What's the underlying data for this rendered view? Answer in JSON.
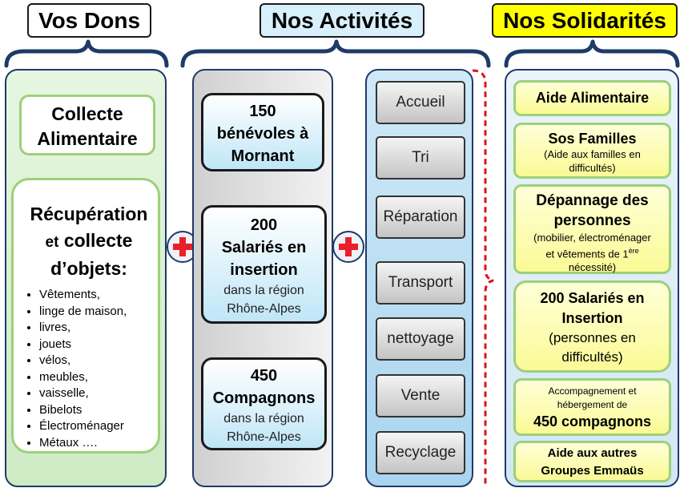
{
  "headers": {
    "dons": "Vos Dons",
    "activites": "Nos Activités",
    "solidarites": "Nos Solidarités"
  },
  "dons": {
    "collecte_line1": "Collecte",
    "collecte_line2": "Alimentaire",
    "recup_line1": "Récupération",
    "recup_line2a": "et",
    "recup_line2b": "collecte",
    "recup_line3a": "d’objets",
    "recup_line3b": ":",
    "items": [
      "Vêtements,",
      "linge de maison,",
      "livres,",
      "jouets",
      "vélos,",
      "meubles,",
      "vaisselle,",
      "Bibelots",
      "Électroménager",
      "Métaux …."
    ]
  },
  "activites": {
    "benevoles": {
      "number": "150",
      "line1": "bénévoles à",
      "line2": "Mornant"
    },
    "salaries": {
      "number": "200",
      "line1": "Salariés en",
      "line2": "insertion",
      "sub1": "dans la région",
      "sub2": "Rhône-Alpes"
    },
    "compagnons": {
      "number": "450",
      "line1": "Compagnons",
      "sub1": "dans la région",
      "sub2": "Rhône-Alpes"
    },
    "steps": [
      "Accueil",
      "Tri",
      "Réparation",
      "Transport",
      "nettoyage",
      "Vente",
      "Recyclage"
    ]
  },
  "solidarites": {
    "aide_alimentaire": "Aide Alimentaire",
    "sos_title": "Sos Familles",
    "sos_sub1": "(Aide aux familles en",
    "sos_sub2": "difficultés)",
    "depannage_line1": "Dépannage des",
    "depannage_line2": "personnes",
    "depannage_sub1": "(mobilier, électroménager",
    "depannage_sub2a": "et vêtements de 1",
    "depannage_sub2sup": "ère",
    "depannage_sub3": "nécessité)",
    "salaries_line1": "200 Salariés en",
    "salaries_line2": "Insertion",
    "salaries_sub1": "(personnes en",
    "salaries_sub2": "difficultés)",
    "accomp_line1": "Accompagnement et",
    "accomp_line2": "hébergement de",
    "accomp_line3": "450 compagnons",
    "autres_line1": "Aide aux autres",
    "autres_line2": "Groupes Emmaüs"
  },
  "colors": {
    "frame": "#1f3a68",
    "green_border": "#9dd07a",
    "plus_red": "#e8202a",
    "dashed_red": "#d9141c",
    "sol_header": "#ffff00",
    "act_header": "#d7f0fb"
  },
  "icons": [
    "plus-icon",
    "plus-icon"
  ]
}
